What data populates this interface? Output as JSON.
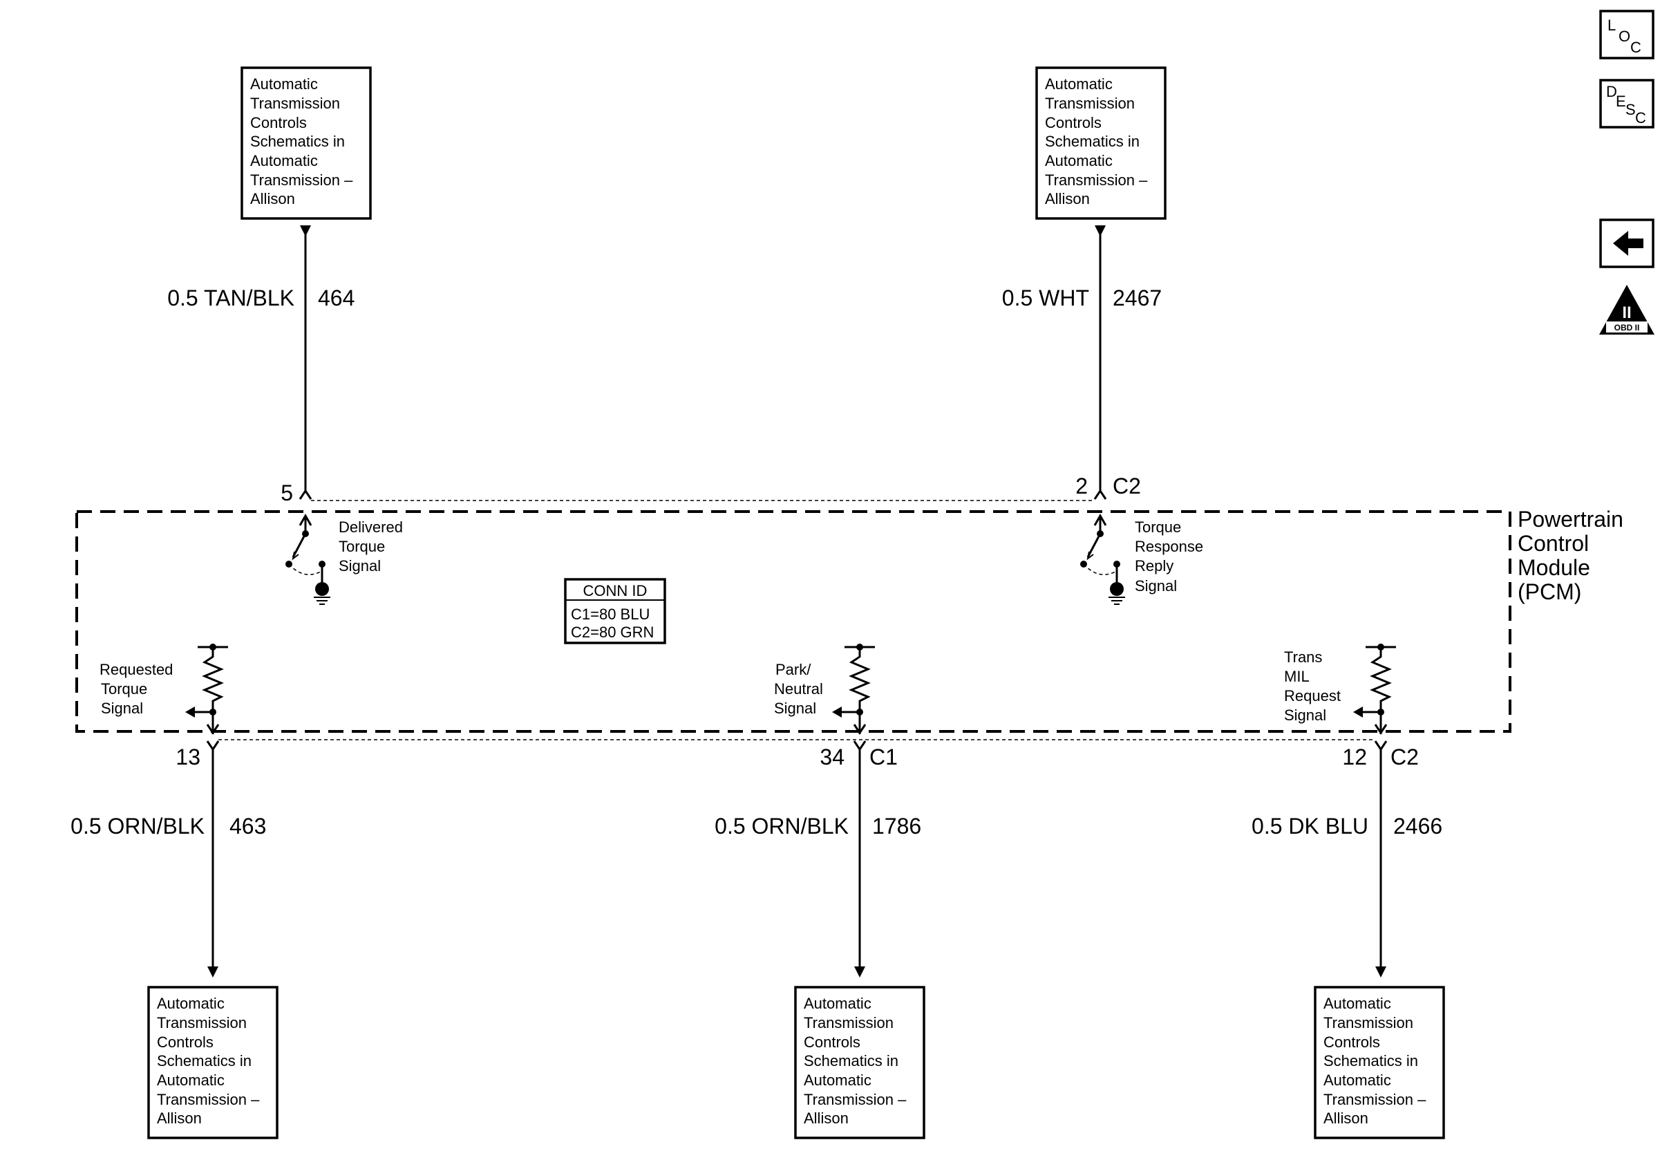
{
  "title": "Automatic Transmission Controls Schematics in Automatic Transmission – Allison",
  "nav": {
    "loc": {
      "l1": "L",
      "l2": "O",
      "l3": "C"
    },
    "desc": {
      "l1": "D",
      "l2": "E",
      "l3": "S",
      "l4": "C"
    },
    "back_icon": "left-arrow-icon",
    "obd_icon": "obd-ii-triangle-icon",
    "obd_mark": "II",
    "obd_label": "OBD II"
  },
  "module": {
    "name_line1": "Powertrain",
    "name_line2": "Control",
    "name_line3": "Module",
    "name_line4": "(PCM)"
  },
  "conn_id": {
    "header": "CONN ID",
    "line1": "C1=80 BLU",
    "line2": "C2=80 GRN"
  },
  "ref_box_lines": [
    "Automatic",
    "Transmission",
    "Controls",
    "Schematics in",
    "Automatic",
    "Transmission –",
    "Allison"
  ],
  "wires": {
    "top_left": {
      "gauge_color": "0.5 TAN/BLK",
      "circuit": "464",
      "pin": "5",
      "connector": ""
    },
    "top_right": {
      "gauge_color": "0.5 WHT",
      "circuit": "2467",
      "pin": "2",
      "connector": "C2"
    },
    "bot_left": {
      "gauge_color": "0.5 ORN/BLK",
      "circuit": "463",
      "pin": "13",
      "connector": ""
    },
    "bot_mid": {
      "gauge_color": "0.5 ORN/BLK",
      "circuit": "1786",
      "pin": "34",
      "connector": "C1"
    },
    "bot_right": {
      "gauge_color": "0.5 DK BLU",
      "circuit": "2466",
      "pin": "12",
      "connector": "C2"
    }
  },
  "signals": {
    "delivered": [
      "Delivered",
      "Torque",
      "Signal"
    ],
    "response": [
      "Torque",
      "Response",
      "Reply",
      "Signal"
    ],
    "requested": [
      "Requested",
      "Torque",
      "Signal"
    ],
    "park": [
      "Park/",
      "Neutral",
      "Signal"
    ],
    "mil": [
      "Trans",
      "MIL",
      "Request",
      "Signal"
    ]
  }
}
